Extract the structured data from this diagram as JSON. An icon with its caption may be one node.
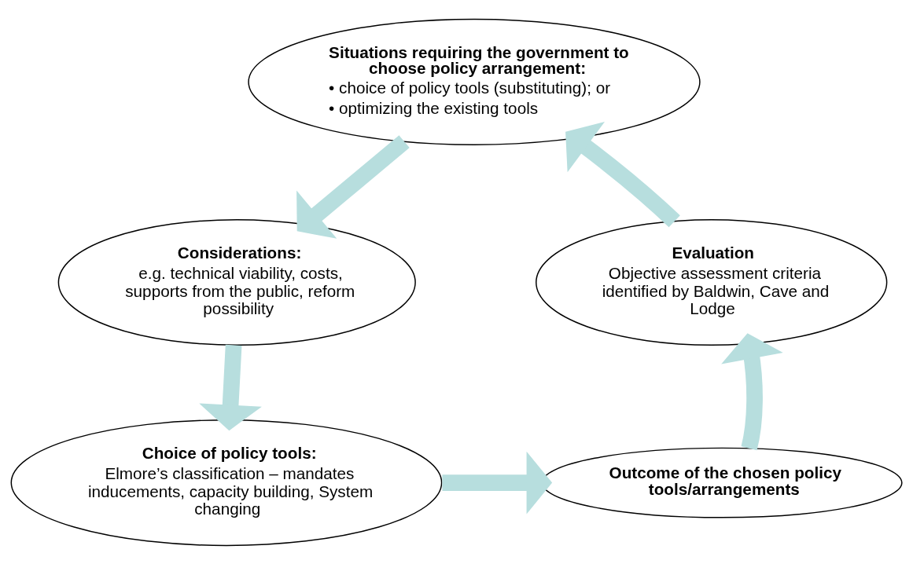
{
  "diagram": {
    "nodes": [
      {
        "text": [
          "Situations requiring the government to choose policy arrangement:",
          "• choice of policy tools (substituting); or",
          "• optimizing the existing tools"
        ]
      },
      {
        "text": [
          "Considerations:",
          "e.g. technical viability, costs, supports from the public, reform possibility"
        ]
      },
      {
        "text": [
          "Choice of policy tools:",
          "Elmore’s classification – mandates inducements, capacity building, System changing"
        ]
      },
      {
        "text": [
          "Outcome of the chosen policy tools/arrangements"
        ]
      },
      {
        "text": [
          "Evaluation",
          "Objective assessment criteria identified by Baldwin, Cave and Lodge"
        ]
      }
    ],
    "edges": [
      {
        "from": 0,
        "to": 1,
        "arrow": "to"
      },
      {
        "from": 1,
        "to": 2,
        "arrow": "to"
      },
      {
        "from": 2,
        "to": 3,
        "arrow": "to"
      },
      {
        "from": 3,
        "to": 4,
        "arrow": "to"
      },
      {
        "from": 4,
        "to": 0,
        "arrow": "to"
      }
    ]
  }
}
